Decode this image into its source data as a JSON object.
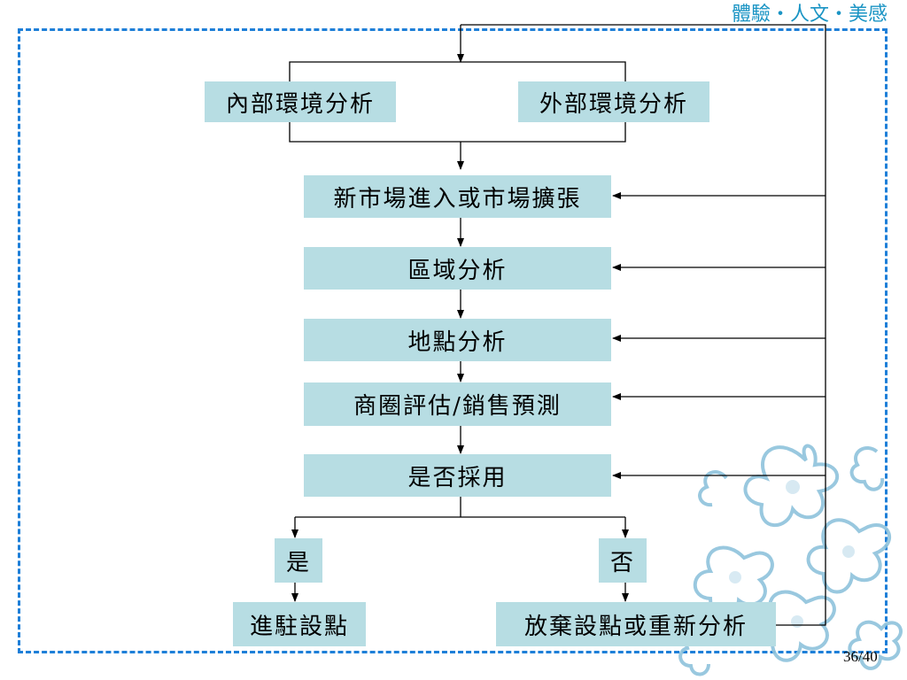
{
  "header": {
    "slogan": "體驗・人文・美感"
  },
  "nodes": {
    "internal_env": "內部環境分析",
    "external_env": "外部環境分析",
    "market_entry": "新市場進入或市場擴張",
    "regional_analysis": "區域分析",
    "site_analysis": "地點分析",
    "trade_area": "商圈評估/銷售預測",
    "adopt": "是否採用",
    "yes": "是",
    "no": "否",
    "establish": "進駐設點",
    "abandon": "放棄設點或重新分析"
  },
  "footer": {
    "page_number": "36/40"
  },
  "colors": {
    "node_fill": "#b7dde3",
    "frame_dash": "#1e7fd8",
    "slogan": "#1a94c4",
    "flower": "#8ec3dc"
  }
}
